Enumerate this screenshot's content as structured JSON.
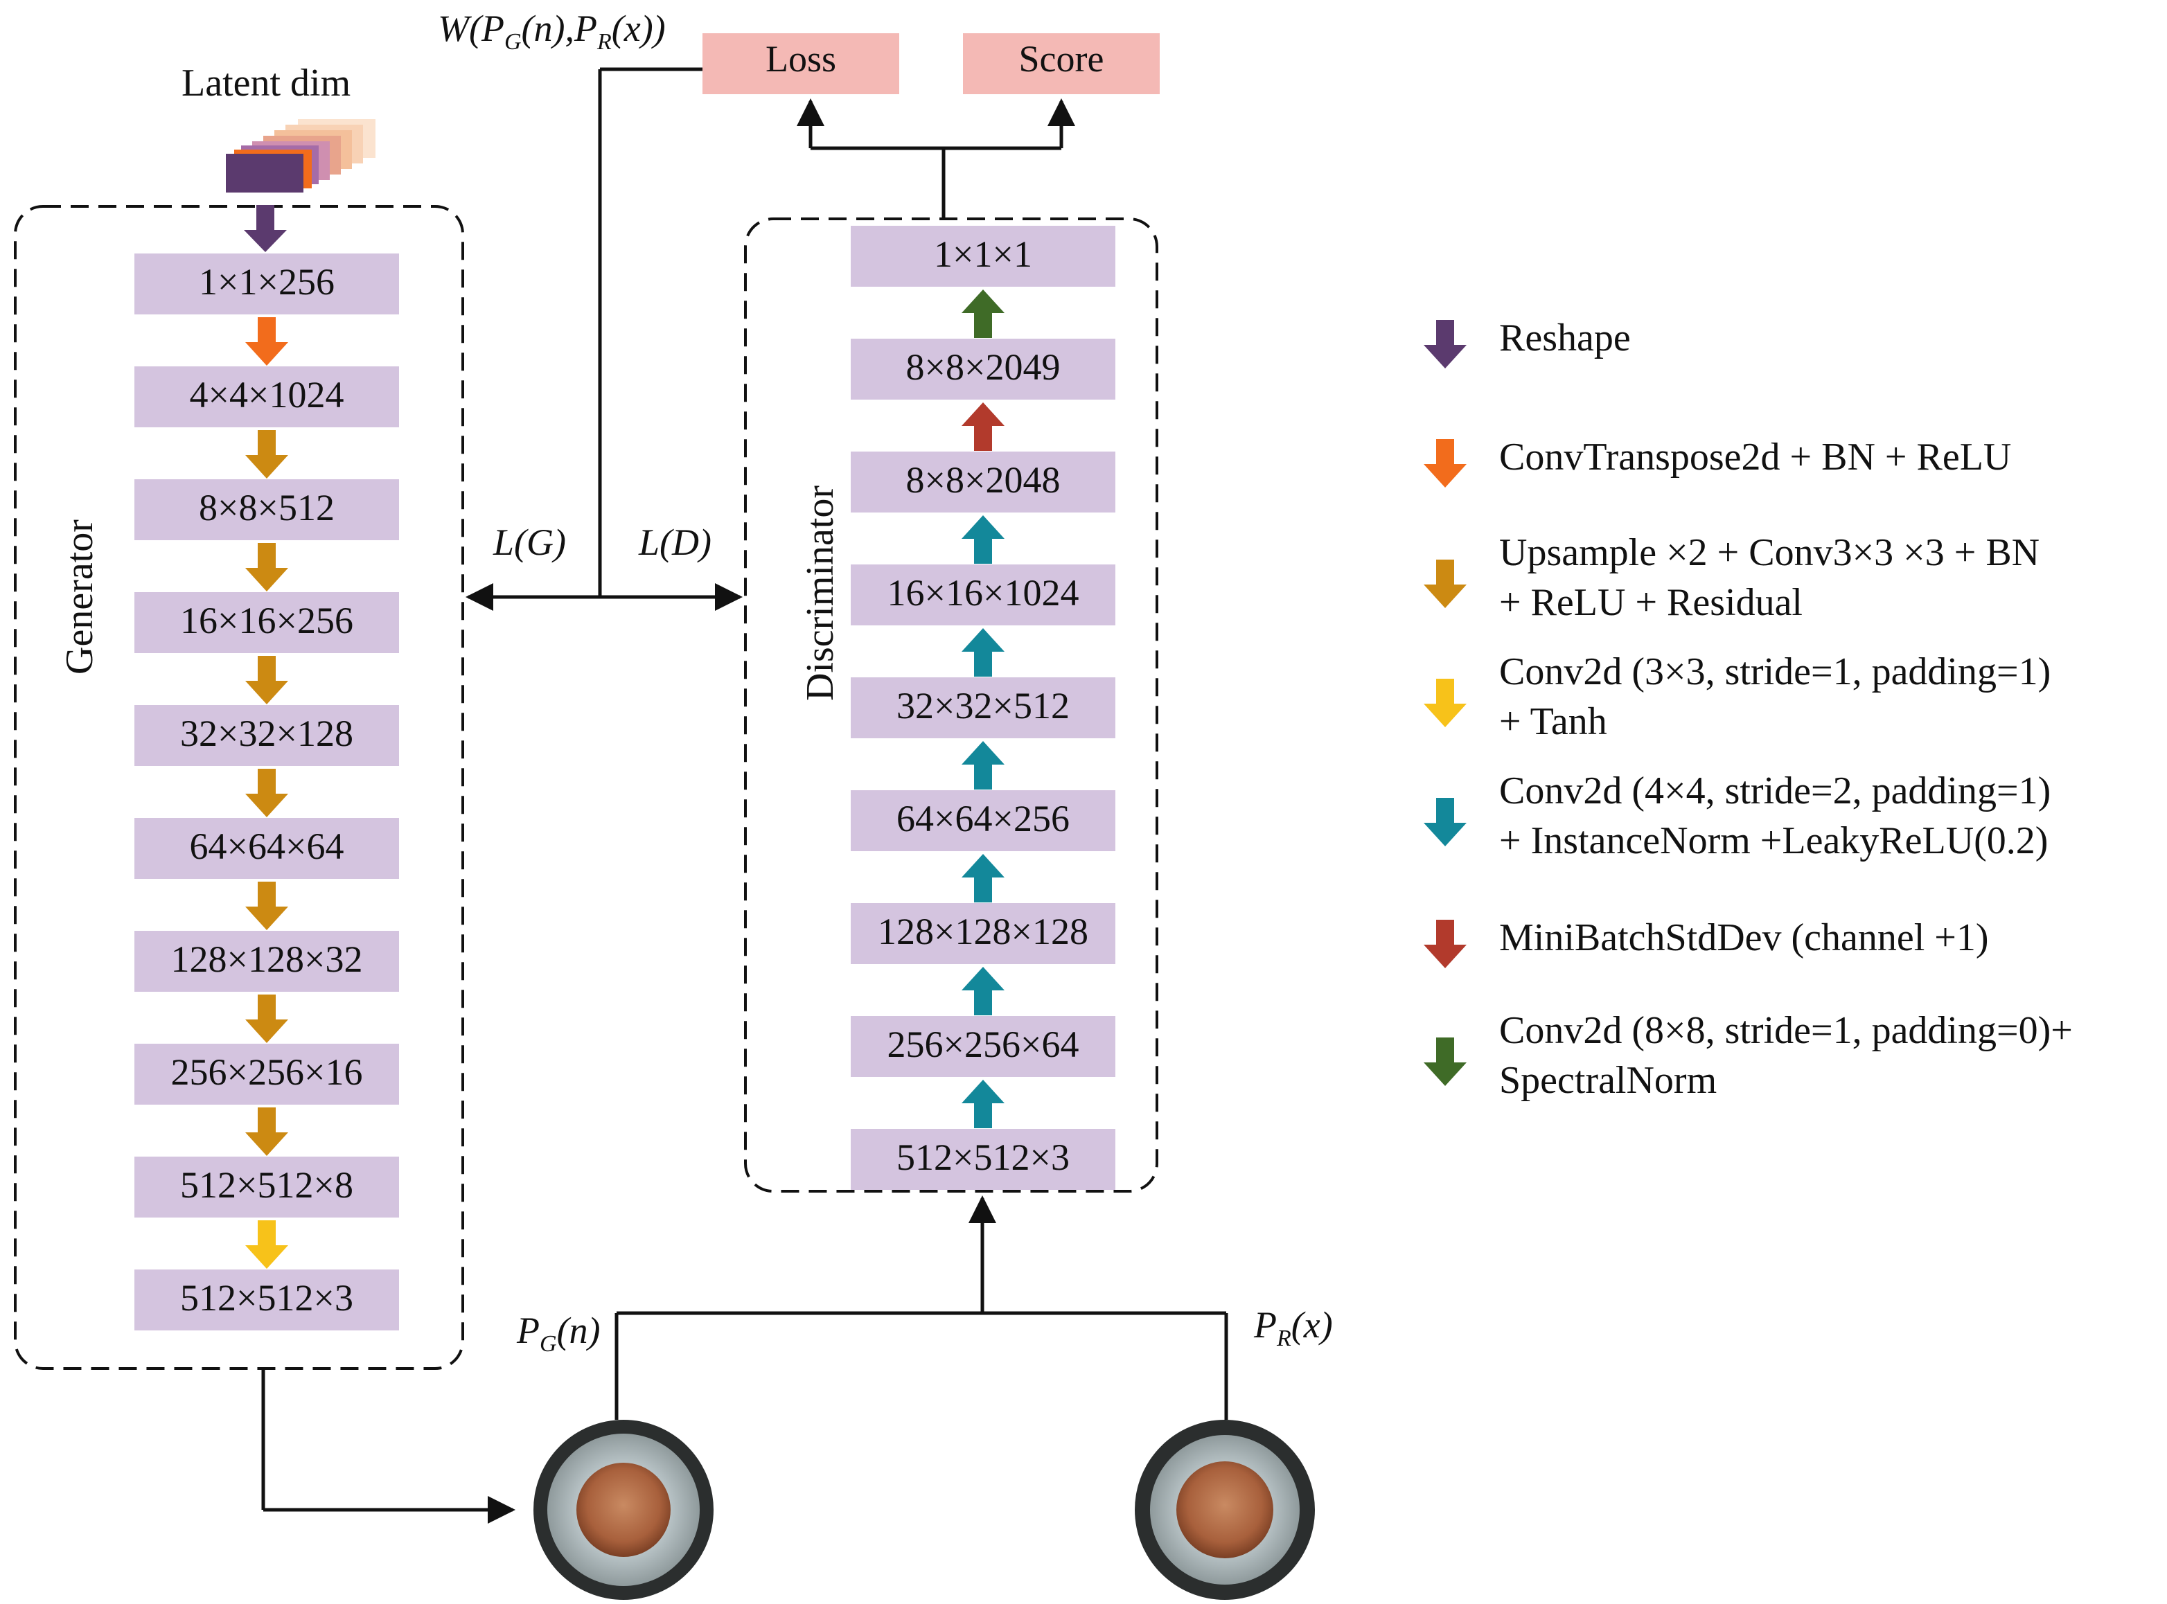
{
  "latent": {
    "title": "Latent dim"
  },
  "generator": {
    "label": "Generator",
    "layers": [
      "1×1×256",
      "4×4×1024",
      "8×8×512",
      "16×16×256",
      "32×32×128",
      "64×64×64",
      "128×128×32",
      "256×256×16",
      "512×512×8",
      "512×512×3"
    ],
    "arrow_types": [
      "convtranspose",
      "upsample",
      "upsample",
      "upsample",
      "upsample",
      "upsample",
      "upsample",
      "upsample",
      "conv_tanh"
    ]
  },
  "discriminator": {
    "label": "Discriminator",
    "layers_top_to_bottom": [
      "1×1×1",
      "8×8×2049",
      "8×8×2048",
      "16×16×1024",
      "32×32×512",
      "64×64×256",
      "128×128×128",
      "256×256×64",
      "512×512×3"
    ],
    "arrow_types_top_to_bottom": [
      "conv_spectral",
      "minibatch",
      "conv_instnorm",
      "conv_instnorm",
      "conv_instnorm",
      "conv_instnorm",
      "conv_instnorm",
      "conv_instnorm"
    ]
  },
  "outputs": {
    "loss": "Loss",
    "score": "Score"
  },
  "math": {
    "wasserstein": "W(PG(n),PR(x))",
    "lg": "L(G)",
    "ld": "L(D)",
    "pg": "PG(n)",
    "pr": "PR(x)"
  },
  "legend": [
    {
      "type": "reshape",
      "color": "#5b3a6e",
      "text": "Reshape"
    },
    {
      "type": "convtranspose",
      "color": "#f26c1c",
      "text": "ConvTranspose2d + BN + ReLU"
    },
    {
      "type": "upsample",
      "color": "#cc8a12",
      "text": "Upsample ×2 + Conv3×3 ×3 + BN\n+ ReLU + Residual"
    },
    {
      "type": "conv_tanh",
      "color": "#f7c21a",
      "text": "Conv2d (3×3, stride=1, padding=1)\n+ Tanh"
    },
    {
      "type": "conv_instnorm",
      "color": "#13889a",
      "text": "Conv2d (4×4, stride=2, padding=1)\n+ InstanceNorm +LeakyReLU(0.2)"
    },
    {
      "type": "minibatch",
      "color": "#b23a2c",
      "text": "MiniBatchStdDev (channel +1)"
    },
    {
      "type": "conv_spectral",
      "color": "#3f6b27",
      "text": "Conv2d (8×8, stride=1, padding=0)+\nSpectralNorm"
    }
  ],
  "colors": {
    "layer_box": "#d4c4df",
    "output_box": "#f4b9b5",
    "reshape": "#5b3a6e",
    "convtranspose": "#f26c1c",
    "upsample": "#cc8a12",
    "conv_tanh": "#f7c21a",
    "conv_instnorm": "#13889a",
    "minibatch": "#b23a2c",
    "conv_spectral": "#3f6b27"
  }
}
